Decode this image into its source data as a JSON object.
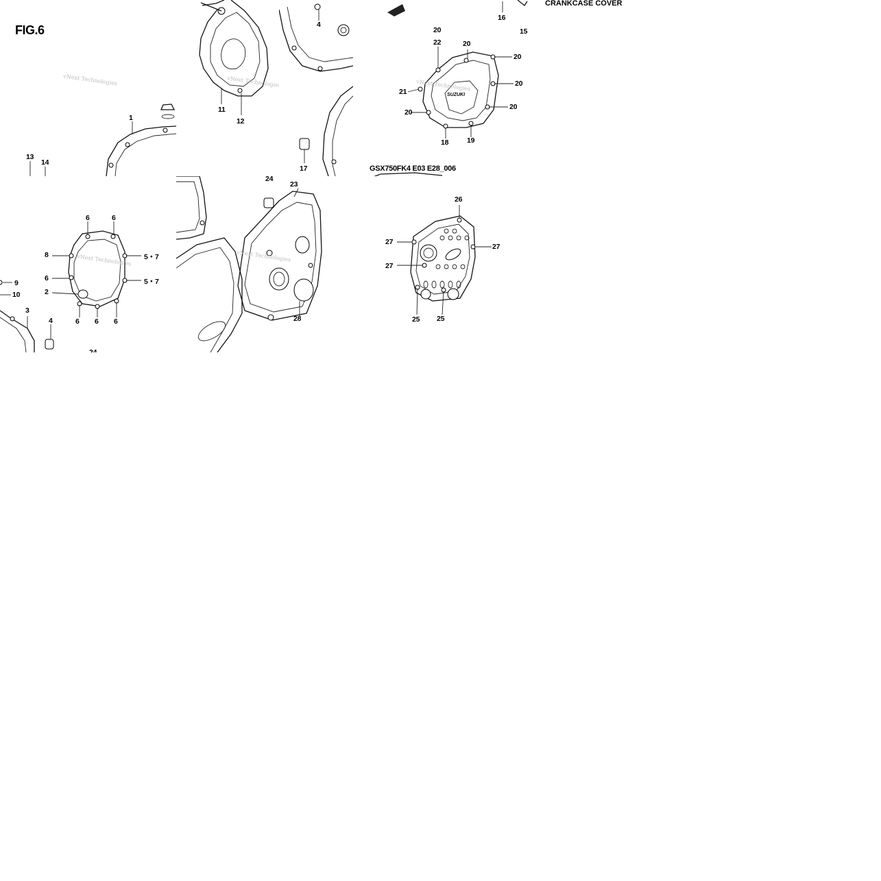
{
  "figure": {
    "label": "FIG.6"
  },
  "section": {
    "title": "CRANKCASE COVER"
  },
  "model": {
    "code": "GSX750FK4 E03 E28_006"
  },
  "watermark": {
    "text": "vNext Technologies"
  },
  "brand": {
    "logo_text": "SUZUKI"
  },
  "callouts": {
    "tile1": [
      "1",
      "13",
      "14"
    ],
    "tile2": [
      "11",
      "12"
    ],
    "tile3": [
      "4",
      "17"
    ],
    "tile4": [
      "20",
      "22",
      "20",
      "20",
      "20",
      "21",
      "20",
      "20",
      "18",
      "19",
      "16",
      "15"
    ],
    "tile5": [
      "6",
      "6",
      "8",
      "5・7",
      "6",
      "5・7",
      "9",
      "2",
      "10",
      "6",
      "6",
      "6",
      "3",
      "4",
      "24"
    ],
    "tile6": [
      "24",
      "23",
      "28"
    ],
    "tile7": [
      "26",
      "27",
      "27",
      "27",
      "25",
      "25"
    ]
  }
}
